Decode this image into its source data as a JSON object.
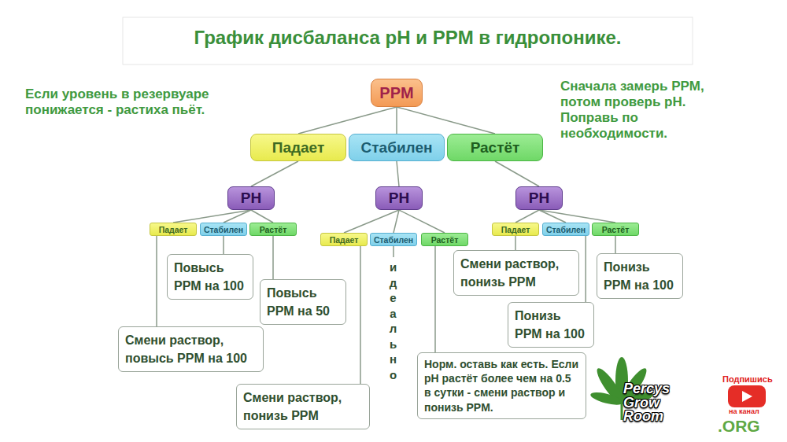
{
  "diagram": {
    "title": "График дисбаланса pH и PPM в гидропонике.",
    "nodes": [
      {
        "text": [
          "PPM"
        ]
      },
      {
        "text": [
          "Падает"
        ]
      },
      {
        "text": [
          "Стабилен"
        ]
      },
      {
        "text": [
          "Растёт"
        ]
      },
      {
        "text": [
          "PH"
        ]
      },
      {
        "text": [
          "PH"
        ]
      },
      {
        "text": [
          "PH"
        ]
      },
      {
        "text": [
          "Падает"
        ]
      },
      {
        "text": [
          "Стабилен"
        ]
      },
      {
        "text": [
          "Растёт"
        ]
      },
      {
        "text": [
          "Падает"
        ]
      },
      {
        "text": [
          "Стабилен"
        ]
      },
      {
        "text": [
          "Растёт"
        ]
      },
      {
        "text": [
          "Падает"
        ]
      },
      {
        "text": [
          "Стабилен"
        ]
      },
      {
        "text": [
          "Растёт"
        ]
      },
      {
        "text": [
          "Повысь PPM на 100"
        ]
      },
      {
        "text": [
          "Повысь PPM на 50"
        ]
      },
      {
        "text": [
          "Смени раствор, повысь PPM на 100"
        ]
      },
      {
        "text": [
          "Смени раствор, понизь PPM"
        ]
      },
      {
        "text": [
          "Норм. оставь как есть. Если pH растёт более чем на 0.5 в сутки - смени раствор и понизь PPM."
        ]
      },
      {
        "text": [
          "Смени раствор, понизь PPM"
        ]
      },
      {
        "text": [
          "Понизь PPM на 100"
        ]
      },
      {
        "text": [
          "Понизь PPM на 100"
        ]
      }
    ],
    "edges": [
      {
        "from": 0,
        "to": 1,
        "arrow": "none"
      },
      {
        "from": 0,
        "to": 2,
        "arrow": "none"
      },
      {
        "from": 0,
        "to": 3,
        "arrow": "none"
      },
      {
        "from": 1,
        "to": 4,
        "arrow": "none"
      },
      {
        "from": 2,
        "to": 5,
        "arrow": "none"
      },
      {
        "from": 3,
        "to": 6,
        "arrow": "none"
      },
      {
        "from": 4,
        "to": 7,
        "arrow": "none"
      },
      {
        "from": 4,
        "to": 8,
        "arrow": "none"
      },
      {
        "from": 4,
        "to": 9,
        "arrow": "none"
      },
      {
        "from": 5,
        "to": 10,
        "arrow": "none"
      },
      {
        "from": 5,
        "to": 11,
        "arrow": "none"
      },
      {
        "from": 5,
        "to": 12,
        "arrow": "none"
      },
      {
        "from": 6,
        "to": 13,
        "arrow": "none"
      },
      {
        "from": 6,
        "to": 14,
        "arrow": "none"
      },
      {
        "from": 6,
        "to": 15,
        "arrow": "none"
      },
      {
        "from": 7,
        "to": 18,
        "arrow": "none"
      },
      {
        "from": 8,
        "to": 16,
        "arrow": "none"
      },
      {
        "from": 9,
        "to": 17,
        "arrow": "none"
      },
      {
        "from": 10,
        "to": 19,
        "arrow": "none"
      },
      {
        "from": 12,
        "to": 20,
        "arrow": "none"
      },
      {
        "from": 13,
        "to": 21,
        "arrow": "none"
      },
      {
        "from": 14,
        "to": 22,
        "arrow": "none"
      },
      {
        "from": 15,
        "to": 23,
        "arrow": "none"
      }
    ],
    "labels": [
      "Если уровень в резервуаре понижается - растиха пьёт.",
      "Сначала замерь PPM, потом проверь pH. Поправь по необходимости.",
      "идеально",
      "Percys Grow Room",
      "Подпишись",
      "на канал",
      ".ORG"
    ]
  }
}
